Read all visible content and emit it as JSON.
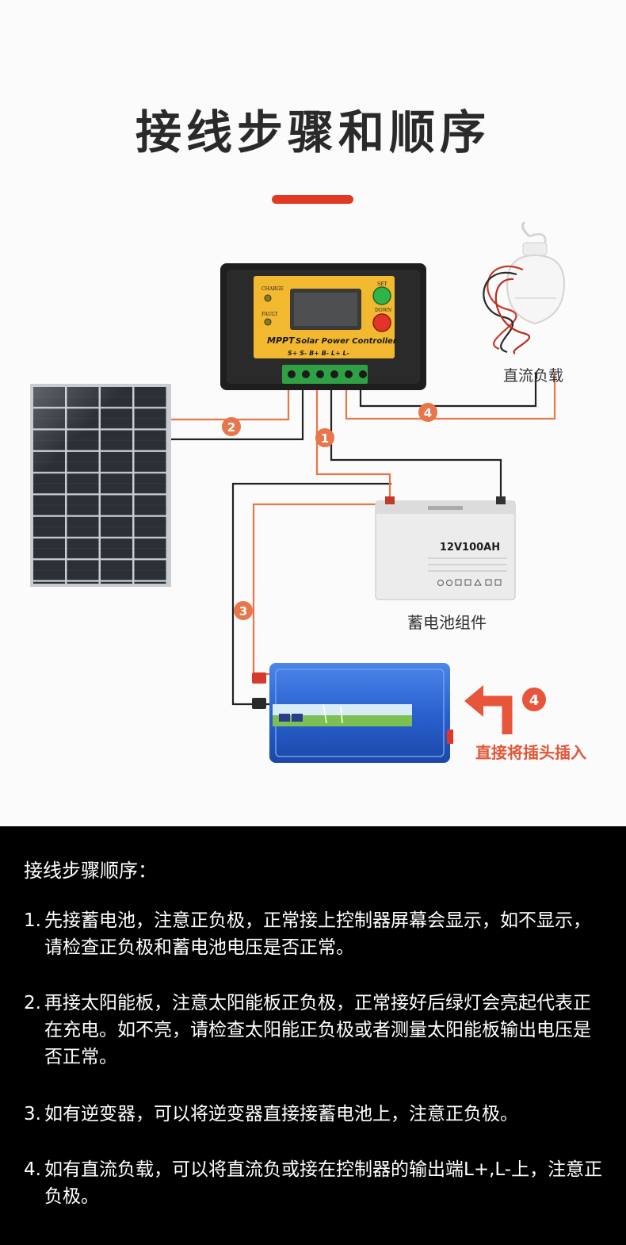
{
  "title": "接线步骤和顺序",
  "colors": {
    "accent": "#e03a22",
    "wire_orange": "#e8764a",
    "wire_dark": "#222222",
    "controller_face": "#f2b830",
    "inverter_blue": "#2a62d0"
  },
  "controller": {
    "brand": "MPPT",
    "model": "Solar Power Controller",
    "led_charge": "CHARGE",
    "led_fault": "FAULT",
    "btn_set": "SET",
    "btn_down": "DOWN",
    "terminals": "S+  S-  B+  B-  L+  L-"
  },
  "battery": {
    "model": "12V100AH",
    "caption": "蓄电池组件"
  },
  "load": {
    "caption": "直流负载"
  },
  "inverter": {
    "note": "直接将插头插入"
  },
  "markers": {
    "m1": "1",
    "m2": "2",
    "m3": "3",
    "m4a": "4",
    "m4b": "4"
  },
  "steps_heading": "接线步骤顺序：",
  "steps": [
    {
      "num": "1.",
      "text": "先接蓄电池，注意正负极，正常接上控制器屏幕会显示，如不显示，请检查正负极和蓄电池电压是否正常。"
    },
    {
      "num": "2.",
      "text": "再接太阳能板，注意太阳能板正负极，正常接好后绿灯会亮起代表正在充电。如不亮，请检查太阳能正负极或者测量太阳能板输出电压是否正常。"
    },
    {
      "num": "3.",
      "text": "如有逆变器，可以将逆变器直接接蓄电池上，注意正负极。"
    },
    {
      "num": "4.",
      "text": "如有直流负载，可以将直流负或接在控制器的输出端L+,L-上，注意正负极。"
    }
  ]
}
